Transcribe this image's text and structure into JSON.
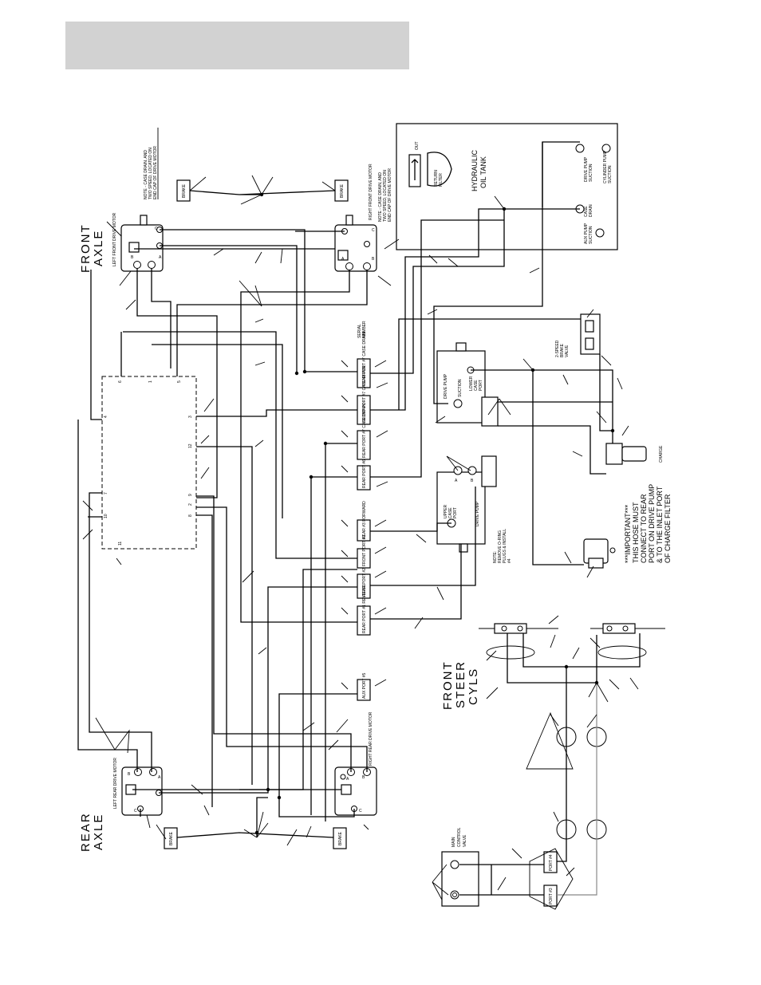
{
  "header": {
    "title": ""
  },
  "axles": {
    "front_label_1": "FRONT",
    "front_label_2": "AXLE",
    "rear_label_1": "REAR",
    "rear_label_2": "AXLE"
  },
  "motors": {
    "left_front": "LEFT FRONT DRIVE MOTOR",
    "right_front": "RIGHT FRONT DRIVE MOTOR",
    "left_rear": "LEFT REAR DRIVE MOTOR",
    "right_rear": "RIGHT REAR DRIVE MOTOR"
  },
  "notes": {
    "case_drain_1": "NOTE - CASE DRAIN, AND",
    "case_drain_2": "TWO SPEED, LOCATED ON",
    "case_drain_3": "END CAP OF DRIVE MOTOR",
    "oring_1": "NOTE:",
    "oring_2": "REMOVE O-RING",
    "oring_3": "PLUGS & INSTALL",
    "oring_4": "#4",
    "important_1": "***IMPORTANT***",
    "important_2": "THIS HOSE MUST",
    "important_3": "CONNECT TO REAR",
    "important_4": "PORT ON DRIVE PUMP",
    "important_5": "& TO THE INLET PORT",
    "important_6": "OF CHARGE FILTER"
  },
  "brake_label": "BRAKE",
  "tank": {
    "title_1": "HYDRAULIC",
    "title_2": "OIL TANK",
    "out": "OUT",
    "return_filter_1": "RETURN",
    "return_filter_2": "FILTER",
    "drive_pump_suction_1": "DRIVE PUMP",
    "drive_pump_suction_2": "SUCTION",
    "cylinder_pump_suction_1": "CYLINDER PUMP",
    "cylinder_pump_suction_2": "SUCTION",
    "aux_pump_suction_1": "AUX PUMP",
    "aux_pump_suction_2": "SUCTION",
    "case_drain_1": "CASE",
    "case_drain_2": "DRAIN"
  },
  "manifold": {
    "ports": [
      "6",
      "1",
      "5",
      "3",
      "12",
      "9",
      "2",
      "8",
      "4",
      "7",
      "10",
      "11"
    ]
  },
  "port_blocks": [
    "REAR PORT #7 CASE DRAIN",
    "FRONT PORT #7 CASE DRAIN",
    "REAR PORT #7 CASE DRAIN",
    "REAR PORT #6",
    "REAR #3 FORWARD",
    "FRONT PORT #2",
    "REAR PORT #2",
    "REAR PORT #1 REVERSE",
    "AUX PORT #5"
  ],
  "pump_labels": {
    "serial_1": "SERIAL",
    "serial_2": "NUMBER",
    "drive_pump": "DRIVE PUMP",
    "suction": "SUCTION",
    "lower_case_1": "LOWER",
    "lower_case_2": "CASE",
    "lower_case_3": "PORT",
    "upper_case_1": "UPPER",
    "upper_case_2": "CASE",
    "upper_case_3": "PORT",
    "port_a": "A",
    "port_b": "B",
    "two_speed_valve_1": "2-SPEED",
    "two_speed_valve_2": "BRAKE",
    "two_speed_valve_3": "VALVE",
    "charge": "CHARGE"
  },
  "steer": {
    "label_1": "FRONT",
    "label_2": "STEER",
    "label_3": "CYLS"
  },
  "control_valve": {
    "label_1": "MAIN",
    "label_2": "CONTROL",
    "label_3": "VALVE",
    "port_4": "PORT #4",
    "port_3": "PORT #3"
  }
}
